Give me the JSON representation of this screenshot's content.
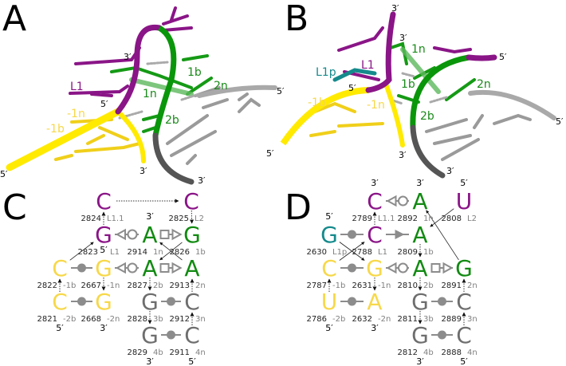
{
  "colors": {
    "purple": "#8a1587",
    "green": "#128a12",
    "yellow": "#f7d84a",
    "gray": "#6e6e6e",
    "teal": "#158a8c",
    "tube_yellow": "#ffea00",
    "tube_green": "#0a960a",
    "tube_gray": "#a9a9a9",
    "tube_dark": "#555555",
    "symbol": "#8c8c8c"
  },
  "panel_letters": {
    "a": "A",
    "b": "B",
    "c": "C",
    "d": "D"
  },
  "structure_a": {
    "labels": {
      "three_prime_top": "3′",
      "l1": "L1",
      "one_b": "1b",
      "two_n": "2n",
      "one_n": "1n",
      "five_prime_mid": "5′",
      "minus_one_n": "-1n",
      "minus_one_b": "-1b",
      "two_b": "2b",
      "five_prime_left": "5′",
      "three_prime_yellow": "3′",
      "three_prime_gray": "3′",
      "five_prime_right": "5′"
    }
  },
  "structure_b": {
    "labels": {
      "three_prime_top": "3′",
      "three_prime_green": "3′",
      "one_n": "1n",
      "five_prime_purple": "5′",
      "l1": "L1",
      "l1p": "L1p",
      "five_prime_mid": "5′",
      "one_b": "1b",
      "two_n": "2n",
      "minus_one_b": "-1b",
      "minus_one_n": "-1n",
      "two_b": "2b",
      "five_prime_right": "5′",
      "three_prime_yellow": "3′",
      "three_prime_gray": "3′",
      "five_prime_left": "5′"
    }
  },
  "panels": {
    "C": {
      "nucleotides": [
        {
          "id": "2824",
          "base": "C",
          "label": "L1.1",
          "color": "purple"
        },
        {
          "id": "2825",
          "base": "C",
          "label": "L2",
          "color": "purple"
        },
        {
          "id": "2823",
          "base": "G",
          "label": "L1",
          "color": "purple"
        },
        {
          "id": "2914",
          "base": "A",
          "label": "1n",
          "color": "green",
          "end": "3′",
          "end_side": "above"
        },
        {
          "id": "2826",
          "base": "G",
          "label": "1b",
          "color": "green"
        },
        {
          "id": "2822",
          "base": "C",
          "label": "-1b",
          "color": "yellow"
        },
        {
          "id": "2667",
          "base": "G",
          "label": "-1n",
          "color": "yellow",
          "end": "5′",
          "end_side": "above"
        },
        {
          "id": "2827",
          "base": "A",
          "label": "2b",
          "color": "green"
        },
        {
          "id": "2913",
          "base": "A",
          "label": "2n",
          "color": "green"
        },
        {
          "id": "2821",
          "base": "C",
          "label": "-2b",
          "color": "yellow",
          "end": "5′",
          "end_side": "below"
        },
        {
          "id": "2668",
          "base": "G",
          "label": "-2n",
          "color": "yellow",
          "end": "3′",
          "end_side": "below"
        },
        {
          "id": "2828",
          "base": "G",
          "label": "3b",
          "color": "gray"
        },
        {
          "id": "2912",
          "base": "C",
          "label": "3n",
          "color": "gray"
        },
        {
          "id": "2829",
          "base": "G",
          "label": "4b",
          "color": "gray",
          "end": "3′",
          "end_side": "below"
        },
        {
          "id": "2911",
          "base": "C",
          "label": "4n",
          "color": "gray",
          "end": "5′",
          "end_side": "below"
        }
      ],
      "edges": [
        {
          "from": "2824",
          "to": "2825",
          "type": "backbone"
        },
        {
          "from": "2825",
          "to": "2826",
          "type": "backbone"
        },
        {
          "from": "2823",
          "to": "2824",
          "type": "backbone"
        },
        {
          "from": "2914",
          "to": "2823",
          "type": "open-circle-triangle"
        },
        {
          "from": "2914",
          "to": "2826",
          "type": "square-triangle"
        },
        {
          "from": "2826",
          "to": "2827",
          "type": "stack"
        },
        {
          "from": "2913",
          "to": "2914",
          "type": "stack"
        },
        {
          "from": "2822",
          "to": "2823",
          "type": "stack"
        },
        {
          "from": "2822",
          "to": "2667",
          "type": "filled-circle"
        },
        {
          "from": "2827",
          "to": "2667",
          "type": "open-circle-triangle"
        },
        {
          "from": "2827",
          "to": "2913",
          "type": "square-triangle"
        },
        {
          "from": "2821",
          "to": "2822",
          "type": "backbone"
        },
        {
          "from": "2667",
          "to": "2668",
          "type": "backbone"
        },
        {
          "from": "2821",
          "to": "2668",
          "type": "filled-circle"
        },
        {
          "from": "2827",
          "to": "2828",
          "type": "backbone"
        },
        {
          "from": "2828",
          "to": "2912",
          "type": "filled-circle"
        },
        {
          "from": "2912",
          "to": "2913",
          "type": "backbone"
        },
        {
          "from": "2828",
          "to": "2829",
          "type": "backbone"
        },
        {
          "from": "2829",
          "to": "2911",
          "type": "filled-circle"
        },
        {
          "from": "2911",
          "to": "2912",
          "type": "backbone"
        }
      ]
    },
    "D": {
      "nucleotides": [
        {
          "id": "2789",
          "base": "C",
          "label": "L1.1",
          "color": "purple",
          "end": "3′",
          "end_side": "above"
        },
        {
          "id": "2892",
          "base": "A",
          "label": "1n",
          "color": "green",
          "end": "3′",
          "end_side": "above"
        },
        {
          "id": "2808",
          "base": "U",
          "label": "L2",
          "color": "purple",
          "end": "5′",
          "end_side": "above"
        },
        {
          "id": "2630",
          "base": "G",
          "label": "L1p",
          "color": "teal",
          "end": "5′",
          "end_side": "above"
        },
        {
          "id": "2788",
          "base": "C",
          "label": "L1",
          "color": "purple"
        },
        {
          "id": "2809",
          "base": "A",
          "label": "1b",
          "color": "green"
        },
        {
          "id": "2787",
          "base": "C",
          "label": "-1b",
          "color": "yellow"
        },
        {
          "id": "2631",
          "base": "G",
          "label": "-1n",
          "color": "yellow"
        },
        {
          "id": "2810",
          "base": "A",
          "label": "2b",
          "color": "green"
        },
        {
          "id": "2891",
          "base": "G",
          "label": "2n",
          "color": "green"
        },
        {
          "id": "2786",
          "base": "U",
          "label": "-2b",
          "color": "yellow",
          "end": "5′",
          "end_side": "below"
        },
        {
          "id": "2632",
          "base": "A",
          "label": "-2n",
          "color": "yellow",
          "end": "3′",
          "end_side": "below"
        },
        {
          "id": "2811",
          "base": "G",
          "label": "3b",
          "color": "gray"
        },
        {
          "id": "2889",
          "base": "C",
          "label": "3n",
          "color": "gray"
        },
        {
          "id": "2812",
          "base": "G",
          "label": "4b",
          "color": "gray",
          "end": "3′",
          "end_side": "below"
        },
        {
          "id": "2888",
          "base": "C",
          "label": "4n",
          "color": "gray",
          "end": "5′",
          "end_side": "below"
        }
      ],
      "edges": [
        {
          "from": "2892",
          "to": "2789",
          "type": "open-circle-triangle"
        },
        {
          "from": "2808",
          "to": "2809",
          "type": "stack"
        },
        {
          "from": "2891",
          "to": "2892",
          "type": "stack"
        },
        {
          "from": "2788",
          "to": "2789",
          "type": "backbone"
        },
        {
          "from": "2630",
          "to": "2788",
          "type": "filled-circle"
        },
        {
          "from": "2788",
          "to": "2809",
          "type": "filled-triangle"
        },
        {
          "from": "2630",
          "to": "2631",
          "type": "stack"
        },
        {
          "from": "2787",
          "to": "2788",
          "type": "stack"
        },
        {
          "from": "2809",
          "to": "2810",
          "type": "backbone"
        },
        {
          "from": "2787",
          "to": "2631",
          "type": "filled-circle"
        },
        {
          "from": "2810",
          "to": "2631",
          "type": "open-circle-triangle"
        },
        {
          "from": "2810",
          "to": "2891",
          "type": "square-triangle"
        },
        {
          "from": "2786",
          "to": "2787",
          "type": "backbone"
        },
        {
          "from": "2631",
          "to": "2632",
          "type": "backbone"
        },
        {
          "from": "2786",
          "to": "2632",
          "type": "filled-circle"
        },
        {
          "from": "2810",
          "to": "2811",
          "type": "backbone"
        },
        {
          "from": "2811",
          "to": "2889",
          "type": "filled-circle"
        },
        {
          "from": "2889",
          "to": "2891",
          "type": "backbone"
        },
        {
          "from": "2811",
          "to": "2812",
          "type": "backbone"
        },
        {
          "from": "2812",
          "to": "2888",
          "type": "filled-circle"
        },
        {
          "from": "2888",
          "to": "2889",
          "type": "backbone"
        }
      ]
    }
  }
}
